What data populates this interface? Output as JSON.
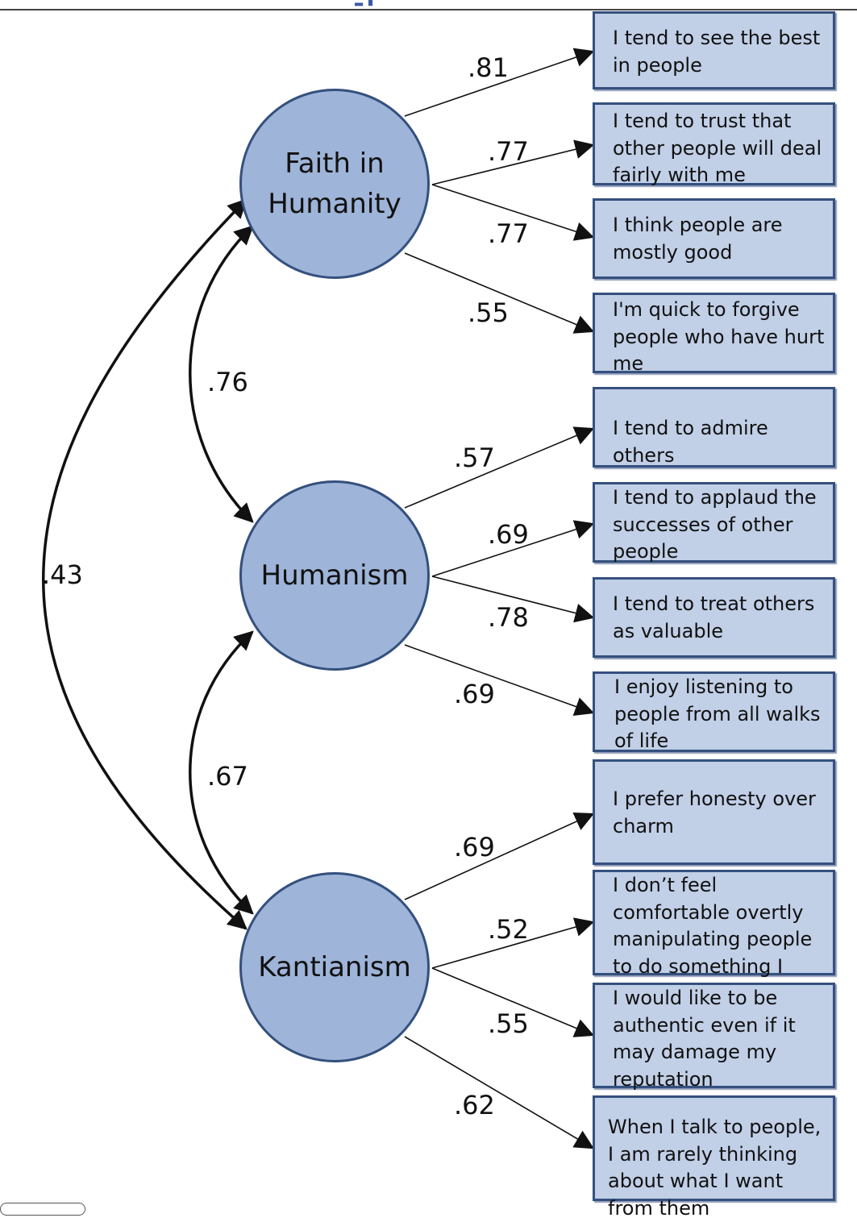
{
  "factors": {
    "faith": "Faith in\nHumanity",
    "humanism": "Humanism",
    "kantianism": "Kantianism"
  },
  "items": [
    "I tend to see the best in people",
    "I tend to trust that other people will deal fairly with me",
    "I think people are mostly good",
    "I'm quick to forgive people who have hurt me",
    "I tend to admire others",
    "I tend to applaud the successes of other people",
    "I tend to treat others as valuable",
    "I enjoy listening to people from all walks of life",
    "I prefer honesty over charm",
    "I don’t feel comfortable overtly manipulating people to do something I want",
    "I would like to be authentic even if it may damage my reputation",
    "When I talk to people, I am rarely thinking about what I want from them"
  ],
  "loadings": [
    ".81",
    ".77",
    ".77",
    ".55",
    ".57",
    ".69",
    ".78",
    ".69",
    ".69",
    ".52",
    ".55",
    ".62"
  ],
  "correlations": {
    "faith_humanism": ".76",
    "humanism_kantianism": ".67",
    "faith_kantianism": ".43"
  },
  "colors": {
    "factor_fill": "#9eb4d8",
    "factor_border": "#34507e",
    "item_fill": "#c1cfe7",
    "item_border": "#34507e"
  }
}
